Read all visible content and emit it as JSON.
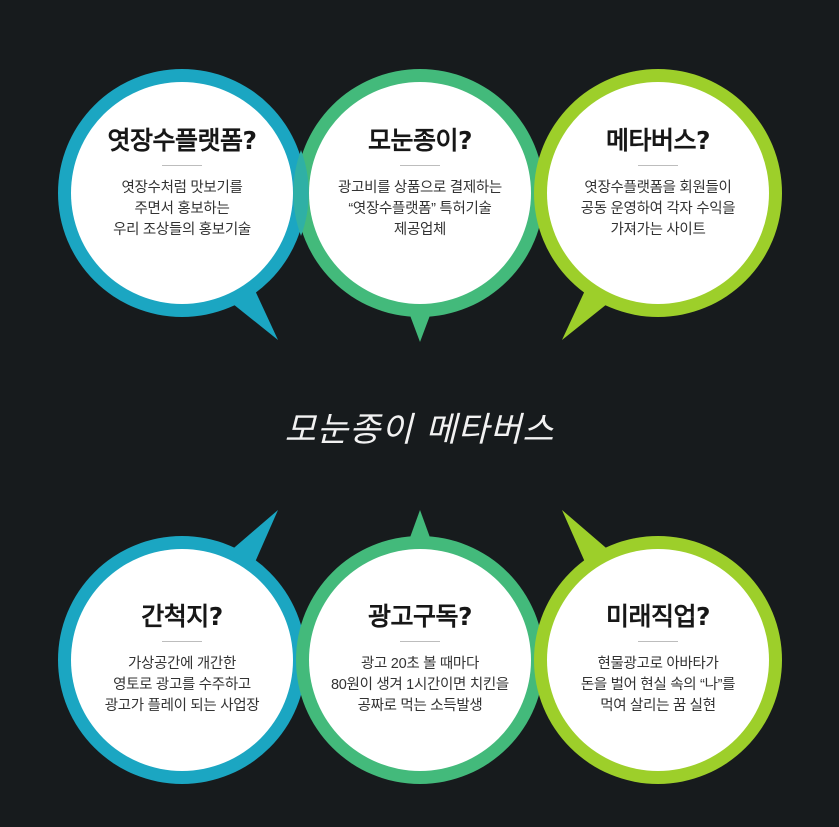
{
  "center_title": "모눈종이 메타버스",
  "colors": {
    "background": "#171b1d",
    "ring_teal": "#1aa7c6",
    "ring_green": "#3db87a",
    "ring_lime": "#9fd12a"
  },
  "top_row": [
    {
      "title": "엿장수플랫폼?",
      "lines": [
        "엿장수처럼 맛보기를",
        "주면서 홍보하는",
        "우리 조상들의 홍보기술"
      ]
    },
    {
      "title": "모눈종이?",
      "lines": [
        "광고비를 상품으로 결제하는",
        "“엿장수플랫폼” 특허기술",
        "제공업체"
      ]
    },
    {
      "title": "메타버스?",
      "lines": [
        "엿장수플랫폼을 회원들이",
        "공동 운영하여 각자 수익을",
        "가져가는 사이트"
      ]
    }
  ],
  "bottom_row": [
    {
      "title": "간척지?",
      "lines": [
        "가상공간에 개간한",
        "영토로 광고를 수주하고",
        "광고가 플레이 되는 사업장"
      ]
    },
    {
      "title": "광고구독?",
      "lines": [
        "광고 20초 볼 때마다",
        "80원이 생겨 1시간이면 치킨을",
        "공짜로 먹는 소득발생"
      ]
    },
    {
      "title": "미래직업?",
      "lines": [
        "현물광고로 아바타가",
        "돈을 벌어 현실 속의 “나”를",
        "먹여 살리는 꿈 실현"
      ]
    }
  ]
}
